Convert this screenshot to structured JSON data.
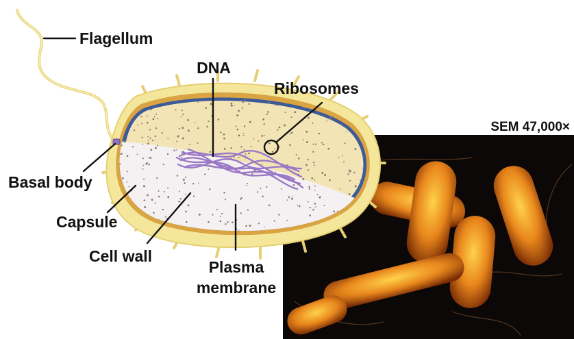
{
  "labels": {
    "flagellum": "Flagellum",
    "dna": "DNA",
    "ribosomes": "Ribosomes",
    "basal_body": "Basal body",
    "capsule": "Capsule",
    "cell_wall": "Cell wall",
    "plasma_line1": "Plasma",
    "plasma_line2": "membrane"
  },
  "micrograph": {
    "caption": "SEM 47,000×"
  },
  "colors": {
    "capsule": "#f4e69a",
    "capsule_edge": "#e6cf72",
    "cell_wall": "#d9a441",
    "plasma_membrane": "#3c5a9a",
    "cytoplasm": "#f2e4b5",
    "nucleoid_region": "#f5f1f2",
    "dna": "#9a78c6",
    "ribosome": "#8a7a6a",
    "micrograph_bg": "#0c0808",
    "micrograph_cell": "#e0861c"
  }
}
